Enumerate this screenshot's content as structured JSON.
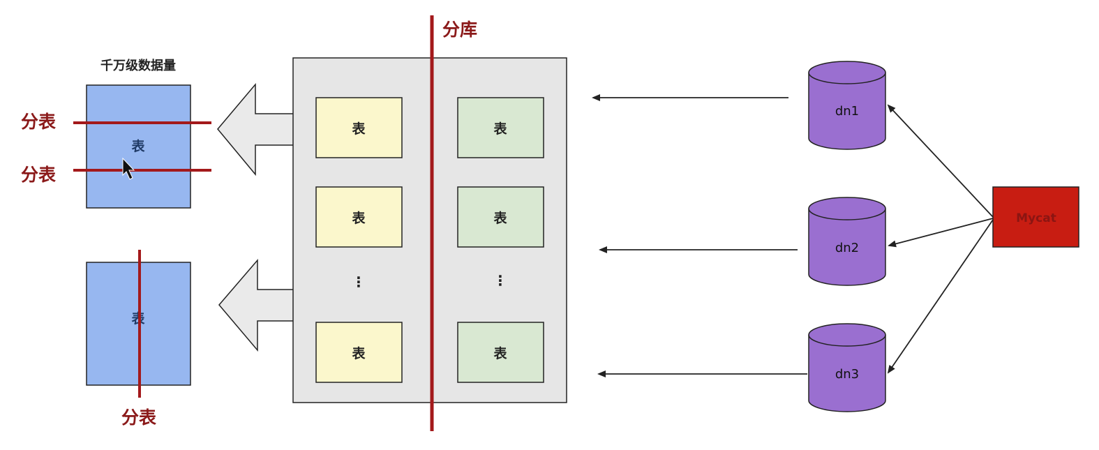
{
  "diagram": {
    "big_table_caption": "千万级数据量",
    "table_label": "表",
    "horizontal_split_labels": [
      "分表",
      "分表"
    ],
    "vertical_split_label": "分表",
    "db_split_label": "分库",
    "ellipsis": "⋮",
    "data_nodes": [
      "dn1",
      "dn2",
      "dn3"
    ],
    "middleware_label": "Mycat",
    "colors": {
      "split_line": "#a3191b",
      "split_text": "#8b1a1a",
      "big_table_fill": "#97b7f0",
      "left_table_fill": "#fbf7cc",
      "right_table_fill": "#d9e8d2",
      "panel_fill": "#e6e6e6",
      "arrow_fill": "#eaeaea",
      "cylinder_fill": "#9a6fd0",
      "mycat_fill": "#c81d12",
      "mycat_text": "#8b1512"
    }
  }
}
